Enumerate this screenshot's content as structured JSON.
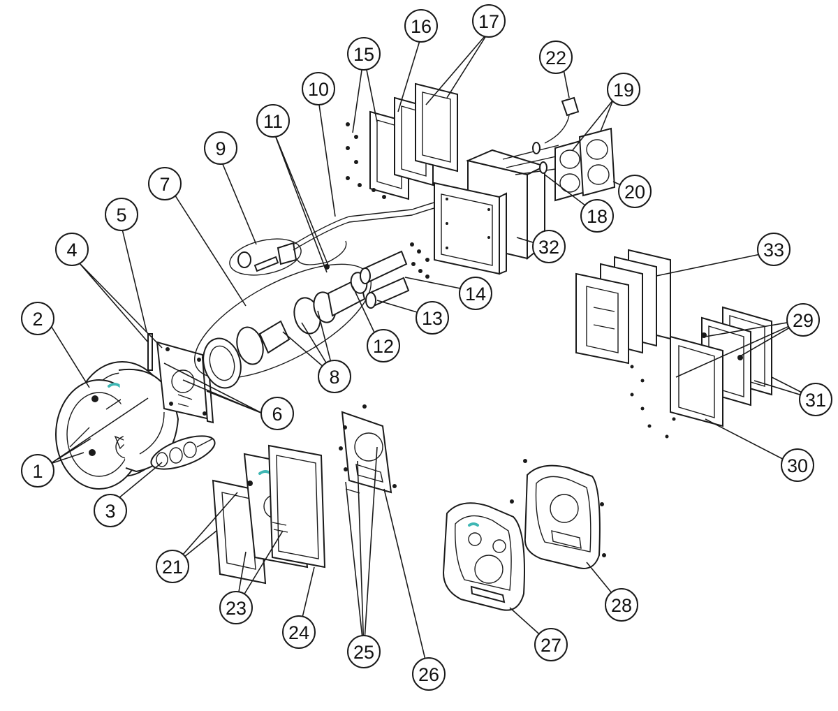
{
  "diagram": {
    "colors": {
      "line": "#1a1a1a",
      "background": "#ffffff",
      "accent": "#3fb7b4"
    },
    "callouts": [
      {
        "id": "c1",
        "label": "1"
      },
      {
        "id": "c2",
        "label": "2"
      },
      {
        "id": "c3",
        "label": "3"
      },
      {
        "id": "c4",
        "label": "4"
      },
      {
        "id": "c5",
        "label": "5"
      },
      {
        "id": "c6",
        "label": "6"
      },
      {
        "id": "c7",
        "label": "7"
      },
      {
        "id": "c8",
        "label": "8"
      },
      {
        "id": "c9",
        "label": "9"
      },
      {
        "id": "c10",
        "label": "10"
      },
      {
        "id": "c11",
        "label": "11"
      },
      {
        "id": "c12",
        "label": "12"
      },
      {
        "id": "c13",
        "label": "13"
      },
      {
        "id": "c14",
        "label": "14"
      },
      {
        "id": "c15",
        "label": "15"
      },
      {
        "id": "c16",
        "label": "16"
      },
      {
        "id": "c17",
        "label": "17"
      },
      {
        "id": "c18",
        "label": "18"
      },
      {
        "id": "c19",
        "label": "19"
      },
      {
        "id": "c20",
        "label": "20"
      },
      {
        "id": "c21",
        "label": "21"
      },
      {
        "id": "c22",
        "label": "22"
      },
      {
        "id": "c23",
        "label": "23"
      },
      {
        "id": "c24",
        "label": "24"
      },
      {
        "id": "c25",
        "label": "25"
      },
      {
        "id": "c26",
        "label": "26"
      },
      {
        "id": "c27",
        "label": "27"
      },
      {
        "id": "c28",
        "label": "28"
      },
      {
        "id": "c29",
        "label": "29"
      },
      {
        "id": "c30",
        "label": "30"
      },
      {
        "id": "c31",
        "label": "31"
      },
      {
        "id": "c32",
        "label": "32"
      },
      {
        "id": "c33",
        "label": "33"
      }
    ]
  }
}
